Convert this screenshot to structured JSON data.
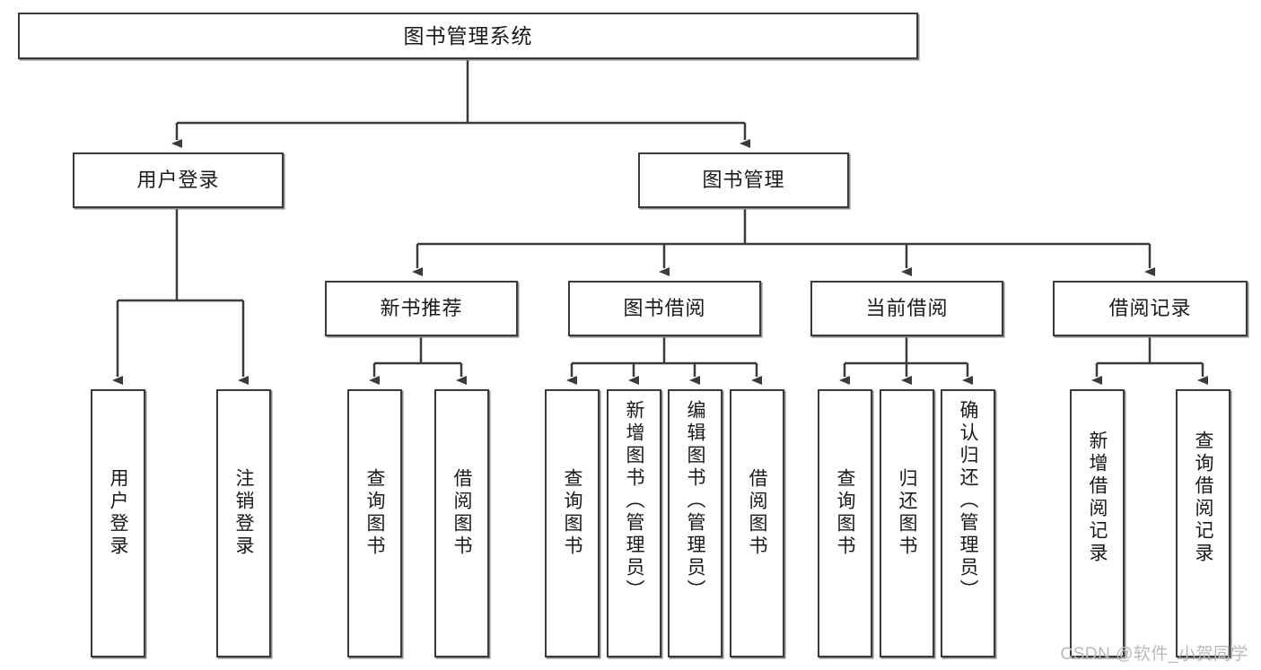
{
  "diagram": {
    "title": "图书管理系统",
    "type": "tree-hierarchy",
    "root": {
      "label": "图书管理系统"
    },
    "level2": [
      {
        "label": "用户登录"
      },
      {
        "label": "图书管理"
      }
    ],
    "level3": [
      {
        "label": "新书推荐"
      },
      {
        "label": "图书借阅"
      },
      {
        "label": "当前借阅"
      },
      {
        "label": "借阅记录"
      }
    ],
    "leaves": {
      "user_login": [
        {
          "label": "用户登录"
        },
        {
          "label": "注销登录"
        }
      ],
      "new_book_recommend": [
        {
          "label": "查询图书"
        },
        {
          "label": "借阅图书"
        }
      ],
      "book_borrow": [
        {
          "label": "查询图书"
        },
        {
          "label": "新增图书（管理员）"
        },
        {
          "label": "编辑图书（管理员）"
        },
        {
          "label": "借阅图书"
        }
      ],
      "current_borrow": [
        {
          "label": "查询图书"
        },
        {
          "label": "归还图书"
        },
        {
          "label": "确认归还（管理员）"
        }
      ],
      "borrow_record": [
        {
          "label": "新增借阅记录"
        },
        {
          "label": "查询借阅记录"
        }
      ]
    }
  },
  "watermark": {
    "text": "CSDN @软件_小贺同学"
  },
  "colors": {
    "box_border": "#3a3a3a",
    "box_shadow": "#8a8a8a",
    "edge": "#3a3a3a",
    "background": "#ffffff",
    "text": "#1a1a1a",
    "watermark": "#b9b9b9"
  }
}
